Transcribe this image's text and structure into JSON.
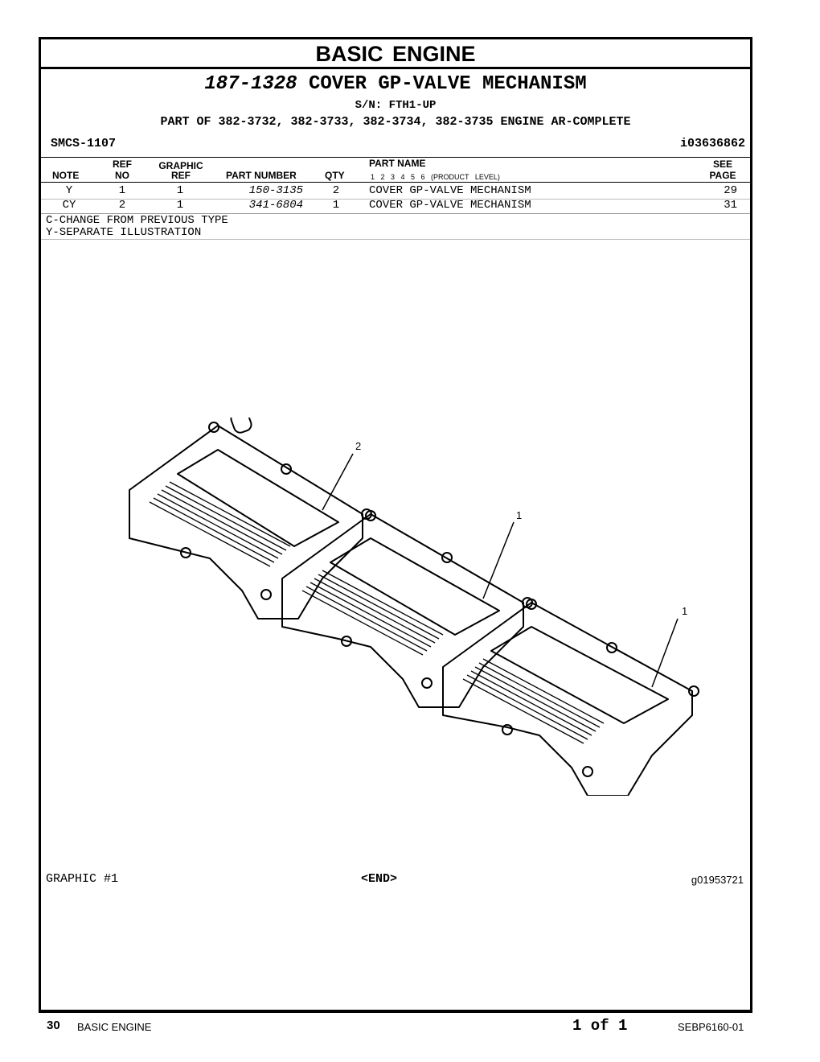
{
  "section_title": "BASIC ENGINE",
  "group": {
    "part_number": "187-1328",
    "name": "COVER GP-VALVE MECHANISM",
    "serial": "S/N: FTH1-UP",
    "part_of": "PART OF 382-3732, 382-3733, 382-3734, 382-3735 ENGINE AR-COMPLETE"
  },
  "smcs": "SMCS-1107",
  "illustration_id": "i03636862",
  "table": {
    "headers": {
      "note": "NOTE",
      "ref_top": "REF",
      "ref_bottom": "NO",
      "graphic_top": "GRAPHIC",
      "graphic_bottom": "REF",
      "part_number": "PART NUMBER",
      "qty": "QTY",
      "part_name": "PART NAME",
      "levels": "1 2 3 4 5 6 (PRODUCT LEVEL)",
      "see_top": "SEE",
      "see_bottom": "PAGE"
    },
    "rows": [
      {
        "note": "Y",
        "ref": "1",
        "graphic": "1",
        "part_number": "150-3135",
        "qty": "2",
        "name": "COVER GP-VALVE MECHANISM",
        "page": "29"
      },
      {
        "note": "CY",
        "ref": "2",
        "graphic": "1",
        "part_number": "341-6804",
        "qty": "1",
        "name": "COVER GP-VALVE MECHANISM",
        "page": "31"
      }
    ]
  },
  "legend": [
    "C-CHANGE FROM PREVIOUS TYPE",
    "Y-SEPARATE ILLUSTRATION"
  ],
  "callouts": [
    "2",
    "1",
    "1"
  ],
  "graphic_label": "GRAPHIC #1",
  "end_marker": "<END>",
  "graphic_id": "g01953721",
  "footer": {
    "page": "30",
    "section": "BASIC ENGINE",
    "page_of": "1 of 1",
    "doc_id": "SEBP6160-01"
  }
}
